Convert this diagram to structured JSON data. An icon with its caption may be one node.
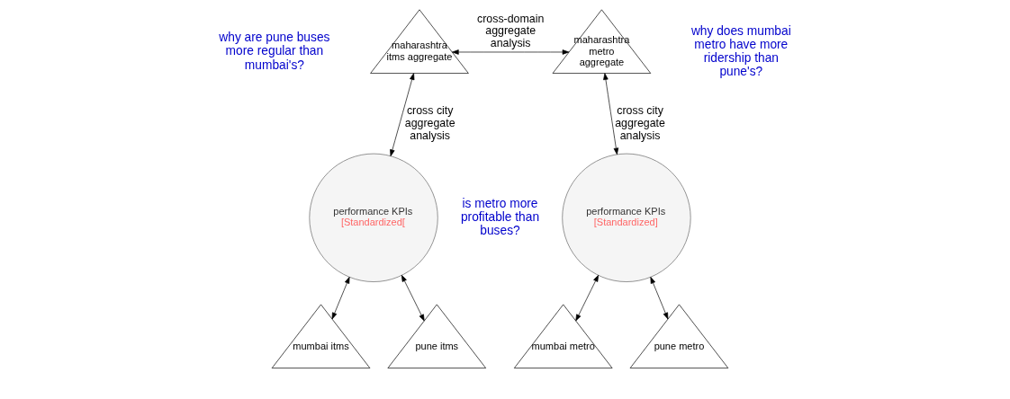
{
  "diagram": {
    "nodes": [
      {
        "text": [
          "maharashtra itms aggregate"
        ]
      },
      {
        "text": [
          "maharashtra metro aggregate"
        ]
      },
      {
        "text": [
          "performance KPIs",
          "[Standardized["
        ]
      },
      {
        "text": [
          "mumbai itms"
        ]
      },
      {
        "text": [
          "pune itms"
        ]
      },
      {
        "text": [
          "performance KPIs",
          "[Standardized]"
        ]
      },
      {
        "text": [
          "mumbai metro"
        ]
      },
      {
        "text": [
          "pune metro"
        ]
      }
    ],
    "edges": [
      {
        "from": 0,
        "to": 1,
        "arrow": "both",
        "label": "cross-domain aggregate analysis"
      },
      {
        "from": 0,
        "to": 2,
        "arrow": "both",
        "label": "cross city aggregate analysis"
      },
      {
        "from": 2,
        "to": 3,
        "arrow": "both"
      },
      {
        "from": 2,
        "to": 4,
        "arrow": "both"
      },
      {
        "from": 1,
        "to": 5,
        "arrow": "both",
        "label": "cross city aggregate analysis"
      },
      {
        "from": 5,
        "to": 6,
        "arrow": "both"
      },
      {
        "from": 5,
        "to": 7,
        "arrow": "both"
      }
    ],
    "labels": [
      "why are pune buses more regular than mumbai's?",
      "is metro more profitable than buses?",
      "why does mumbai metro have more ridership than pune's?"
    ]
  }
}
